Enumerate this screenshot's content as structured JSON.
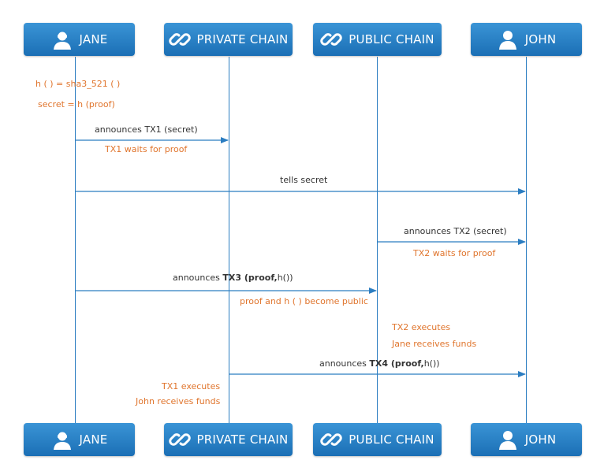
{
  "actors": {
    "jane": "JANE",
    "private": "PRIVATE CHAIN",
    "public": "PUBLIC CHAIN",
    "john": "JOHN"
  },
  "notes": {
    "hash_def": "h ( ) = sha3_521 ( )",
    "secret_def": "secret = h (proof)",
    "tx1_waits": "TX1 waits for proof",
    "tx2_waits": "TX2 waits for proof",
    "proof_public": "proof and h ( ) become public",
    "tx2_exec": "TX2 executes",
    "jane_funds": "Jane receives funds",
    "tx1_exec": "TX1 executes",
    "john_funds": "John receives funds"
  },
  "messages": {
    "m1": "announces TX1 (secret)",
    "m2": "tells secret",
    "m3": "announces TX2 (secret)",
    "m4_prefix": "announces",
    "m4_bold": "TX3 (proof,",
    "m4_end": "h())",
    "m5_prefix": "announces",
    "m5_bold": "TX4 (proof,",
    "m5_end": "h())"
  },
  "colors": {
    "actor_box": "#2b7dc1",
    "arrow": "#2b7dc1",
    "note_text": "#e0752d",
    "message_text": "#333333"
  },
  "icons": {
    "jane": "user-female-icon",
    "private": "chain-link-icon",
    "public": "chain-link-icon",
    "john": "user-icon"
  }
}
